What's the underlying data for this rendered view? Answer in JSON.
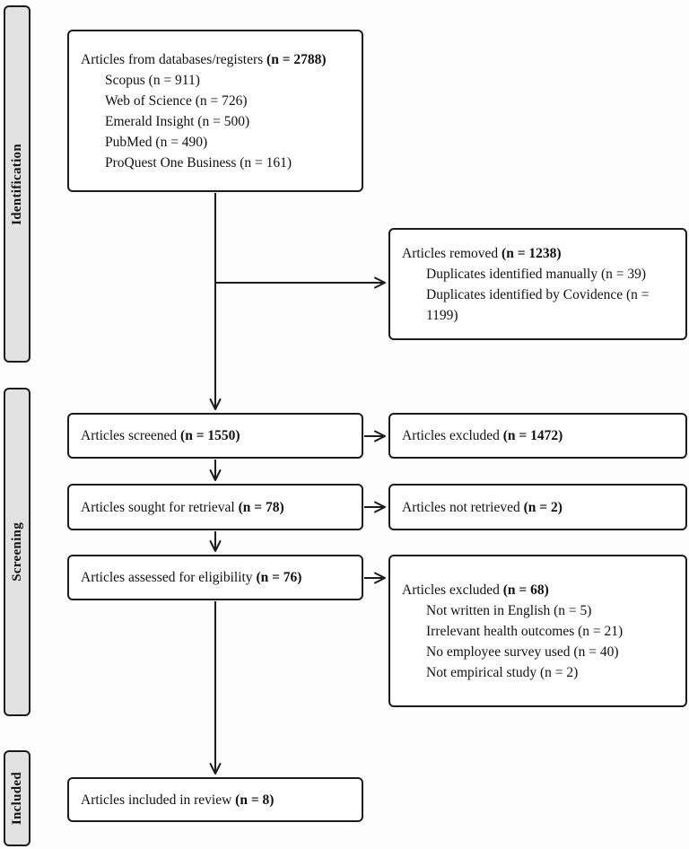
{
  "diagram": {
    "stages": {
      "identification": {
        "label": "Identification"
      },
      "screening": {
        "label": "Screening"
      },
      "included": {
        "label": "Included"
      }
    },
    "boxes": {
      "databases": {
        "title_prefix": "Articles from databases/registers ",
        "title_n": "(n = 2788)",
        "items": [
          "Scopus (n = 911)",
          "Web of Science (n = 726)",
          "Emerald Insight (n = 500)",
          "PubMed (n = 490)",
          "ProQuest One Business (n = 161)"
        ]
      },
      "removed": {
        "title_prefix": "Articles removed ",
        "title_n": "(n = 1238)",
        "items": [
          "Duplicates identified manually (n = 39)",
          "Duplicates identified by Covidence (n = 1199)"
        ]
      },
      "screened": {
        "title_prefix": "Articles screened ",
        "title_n": "(n = 1550)"
      },
      "excluded_screening": {
        "title_prefix": "Articles excluded ",
        "title_n": "(n = 1472)"
      },
      "sought": {
        "title_prefix": "Articles sought for retrieval ",
        "title_n": "(n = 78)"
      },
      "not_retrieved": {
        "title_prefix": "Articles not retrieved ",
        "title_n": "(n = 2)"
      },
      "assessed": {
        "title_prefix": "Articles assessed for eligibility ",
        "title_n": "(n = 76)"
      },
      "excluded_eligibility": {
        "title_prefix": "Articles excluded ",
        "title_n": "(n = 68)",
        "items": [
          "Not written in English (n = 5)",
          "Irrelevant health outcomes (n = 21)",
          "No employee survey used (n = 40)",
          "Not empirical study (n = 2)"
        ]
      },
      "included": {
        "title_prefix": "Articles included in review ",
        "title_n": "(n = 8)"
      }
    },
    "colors": {
      "stage_fill": "#e2e2e2",
      "line": "#1b1b1b",
      "box_fill": "#ffffff"
    }
  }
}
